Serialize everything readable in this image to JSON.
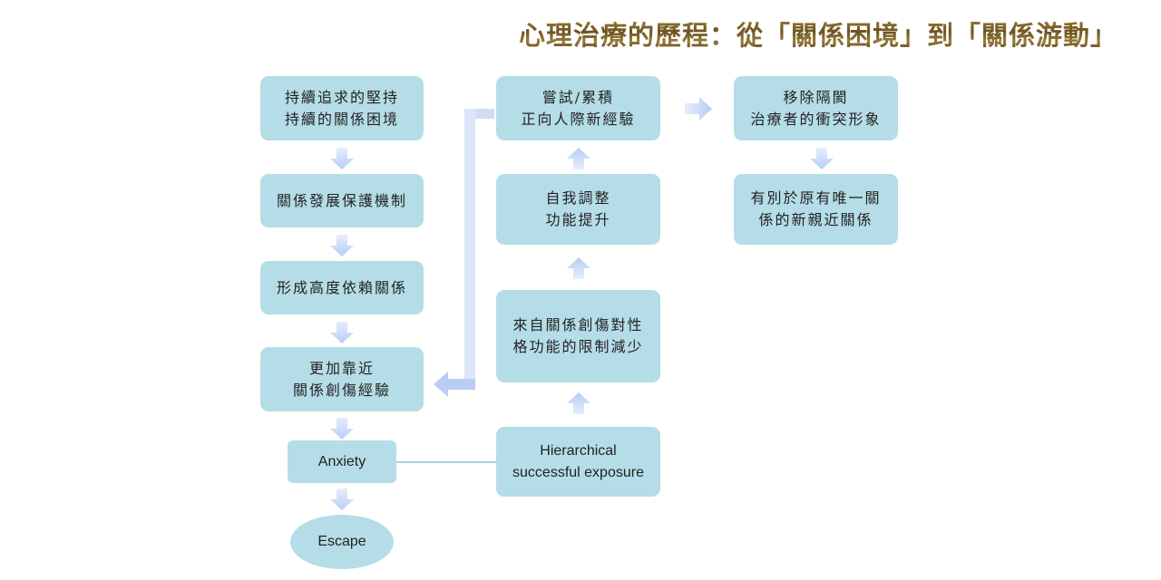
{
  "title": "心理治療的歷程：從「關係困境」到「關係游動」",
  "left_column": [
    {
      "lines": [
        "持續追求的堅持",
        "持續的關係困境"
      ]
    },
    {
      "lines": [
        "關係發展保護機制"
      ]
    },
    {
      "lines": [
        "形成高度依賴關係"
      ]
    },
    {
      "lines": [
        "更加靠近",
        "關係創傷經驗"
      ]
    },
    {
      "lines": [
        "Anxiety"
      ]
    },
    {
      "lines": [
        "Escape"
      ]
    }
  ],
  "middle_column": [
    {
      "lines": [
        "嘗試/累積",
        "正向人際新經驗"
      ]
    },
    {
      "lines": [
        "自我調整",
        "功能提升"
      ]
    },
    {
      "lines": [
        "來自關係創傷對性",
        "格功能的限制減少"
      ]
    },
    {
      "lines": [
        "Hierarchical",
        "successful exposure"
      ]
    }
  ],
  "right_column": [
    {
      "lines": [
        "移除隔閡",
        "治療者的衝突形象"
      ]
    },
    {
      "lines": [
        "有別於原有唯一關",
        "係的新親近關係"
      ]
    }
  ],
  "colors": {
    "box": "#b5dde7",
    "arrow": "#c9d9f7"
  }
}
